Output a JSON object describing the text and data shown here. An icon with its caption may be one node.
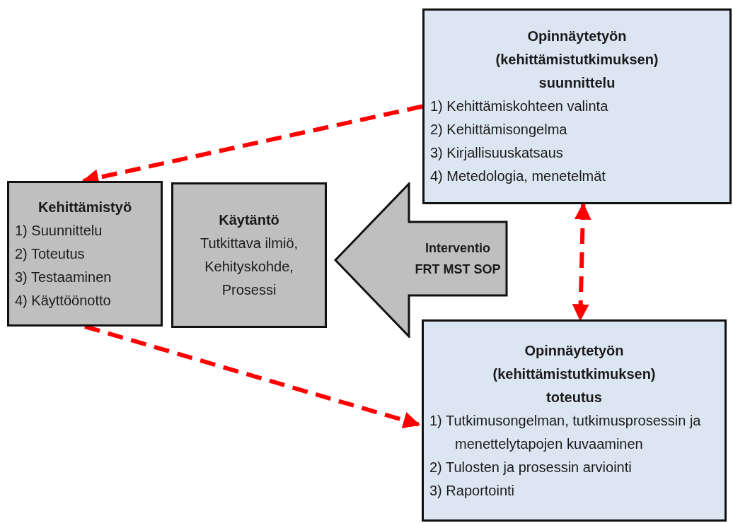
{
  "diagram": {
    "nodes": [
      {
        "text": [
          "Kehittämistyö",
          "1) Suunnittelu",
          "2) Toteutus",
          "3) Testaaminen",
          "4) Käyttöönotto"
        ]
      },
      {
        "text": [
          "Käytäntö",
          "Tutkittava ilmiö, Kehityskohde, Prosessi"
        ]
      },
      {
        "text": [
          "Interventio FRT MST SOP"
        ]
      },
      {
        "text": [
          "Opinnäytetyön (kehittämistutkimuksen) suunnittelu",
          "1) Kehittämiskohteen valinta",
          "2) Kehittämisongelma",
          "3) Kirjallisuuskatsaus",
          "4) Metedologia, menetelmät"
        ]
      },
      {
        "text": [
          "Opinnäytetyön (kehittämistutkimuksen) toteutus",
          "1) Tutkimusongelman, tutkimusprosessin ja menettelytapojen kuvaaminen",
          "2) Tulosten ja prosessin arviointi",
          "3) Raportointi"
        ]
      }
    ],
    "edges": [
      {
        "from": 3,
        "to": 0,
        "arrow": "to",
        "style": "dashed"
      },
      {
        "from": 0,
        "to": 4,
        "arrow": "to",
        "style": "dashed"
      },
      {
        "from": 3,
        "to": 4,
        "arrow": "both",
        "style": "dashed"
      }
    ]
  }
}
